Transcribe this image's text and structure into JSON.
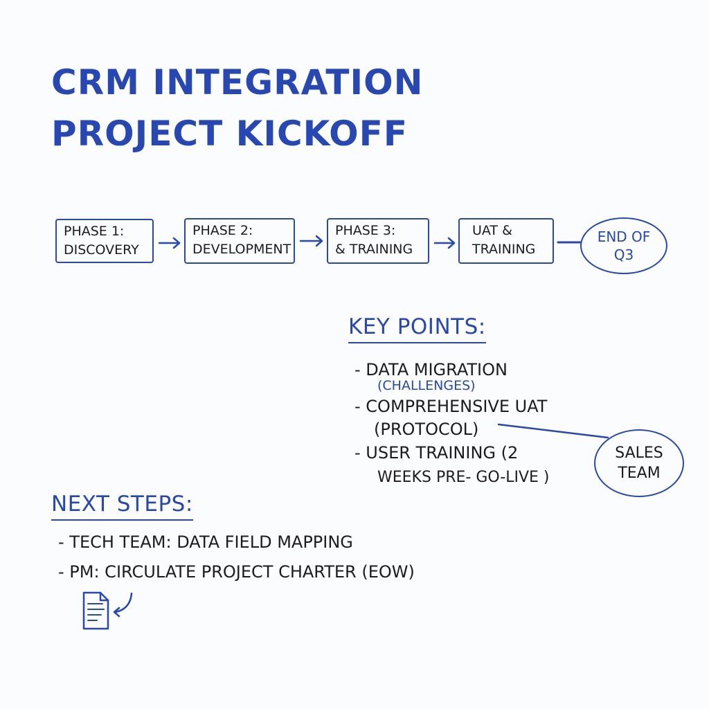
{
  "title": {
    "line1": "CRM INTEGRATION",
    "line2": "PROJECT KICKOFF"
  },
  "phases": [
    {
      "line1": "PHASE 1:",
      "line2": "DISCOVERY"
    },
    {
      "line1": "PHASE 2:",
      "line2": "DEVELOPMENT"
    },
    {
      "line1": "PHASE 3:",
      "line2": "& TRAINING"
    },
    {
      "line1": "UAT &",
      "line2": "TRAINING"
    }
  ],
  "end_milestone": {
    "line1": "END OF",
    "line2": "Q3"
  },
  "key_points": {
    "heading": "KEY POINTS:",
    "items": [
      {
        "text": "- DATA MIGRATION",
        "note": "(CHALLENGES)"
      },
      {
        "text": "- COMPREHENSIVE UAT",
        "cont": "(PROTOCOL)"
      },
      {
        "text": "- USER TRAINING (2",
        "cont": "WEEKS PRE- GO-LIVE )"
      }
    ],
    "callout": {
      "line1": "SALES",
      "line2": "TEAM"
    }
  },
  "next_steps": {
    "heading": "NEXT STEPS:",
    "items": [
      "- TECH TEAM: DATA FIELD MAPPING",
      "- PM: CIRCULATE PROJECT CHARTER (EOW)"
    ]
  },
  "icons": {
    "document": "document-icon",
    "arrow": "curved-arrow-icon"
  },
  "colors": {
    "ink_blue": "#2748b4",
    "ink_dark": "#1c1c1f",
    "board": "#fbfcfd"
  }
}
